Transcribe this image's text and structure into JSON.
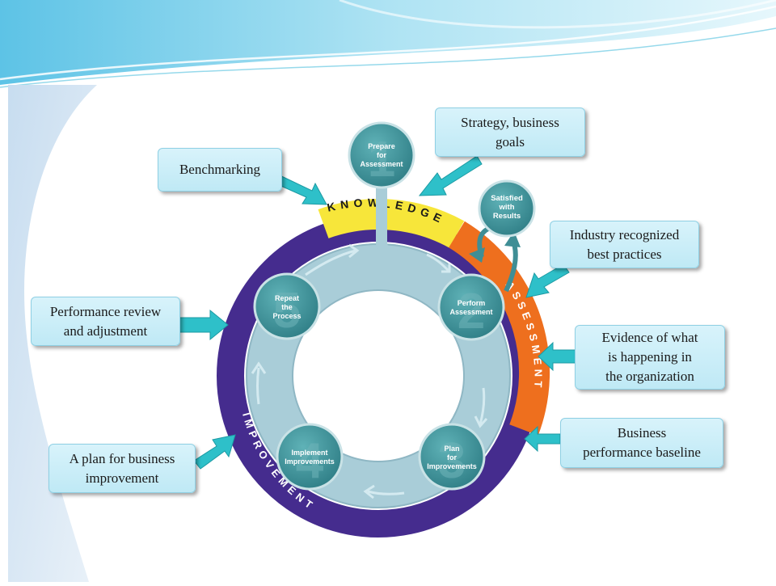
{
  "diagram": {
    "ring_labels": {
      "knowledge": "KNOWLEDGE",
      "assessment": "ASSESSMENT",
      "improvement": "IMPROVEMENT"
    },
    "steps": [
      {
        "number": "1",
        "label": "Prepare\nfor\nAssessment"
      },
      {
        "number": "2",
        "label": "Perform\nAssessment"
      },
      {
        "number": "3",
        "label": "Plan\nfor\nImprovements"
      },
      {
        "number": "4",
        "label": "Implement\nImprovements"
      },
      {
        "number": "5",
        "label": "Repeat\nthe\nProcess"
      }
    ],
    "satisfied": "Satisfied\nwith\nResults",
    "colors": {
      "knowledge": "#f7e63a",
      "assessment": "#ee6f1e",
      "improvement": "#452c8e",
      "ring": "#a9cdd8",
      "step": "#3f8e95",
      "callout": "#c6ecf7",
      "arrow": "#2ec0c9"
    }
  },
  "callouts": {
    "benchmarking": "Benchmarking",
    "strategy": "Strategy, business\ngoals",
    "industry": "Industry recognized\nbest practices",
    "evidence": "Evidence of what\nis happening in\nthe organization",
    "baseline": "Business\nperformance baseline",
    "review": "Performance review\nand adjustment",
    "plan": "A plan for business\nimprovement"
  }
}
